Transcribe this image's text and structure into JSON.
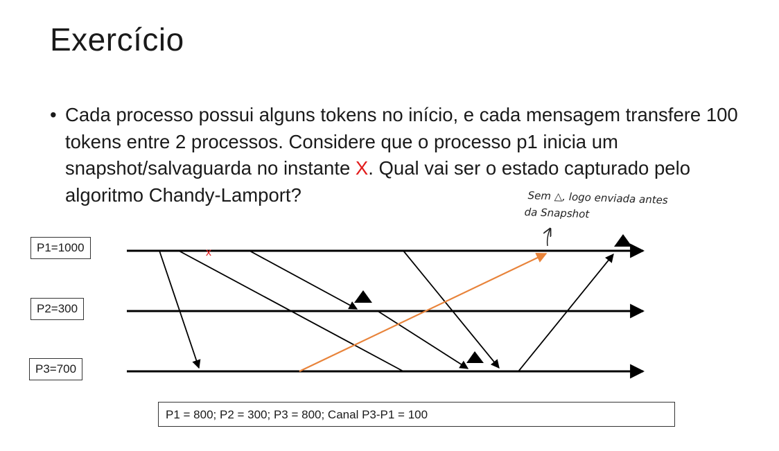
{
  "slide": {
    "title": "Exercício",
    "bullet": {
      "text_before": "Cada processo possui alguns tokens no início, e cada mensagem transfere 100 tokens entre 2 processos. Considere que o processo p1 inicia um snapshot/salvaguarda no instante ",
      "highlight": "X",
      "text_after": ". Qual vai ser o estado capturado pelo algoritmo Chandy-Lamport?"
    }
  },
  "diagram": {
    "processes": [
      {
        "id": "p1",
        "label": "P1=1000"
      },
      {
        "id": "p2",
        "label": "P2=300"
      },
      {
        "id": "p3",
        "label": "P3=700"
      }
    ],
    "snapshot_marker": "x",
    "annotation_line1": "Sem △, logo enviada antes",
    "annotation_line2": "da Snapshot",
    "colors": {
      "highlight": "#e21b1b",
      "orange_message": "#e8833a",
      "line": "#000000"
    }
  },
  "answer": "P1 = 800; P2 = 300; P3 = 800; Canal  P3-P1 = 100"
}
